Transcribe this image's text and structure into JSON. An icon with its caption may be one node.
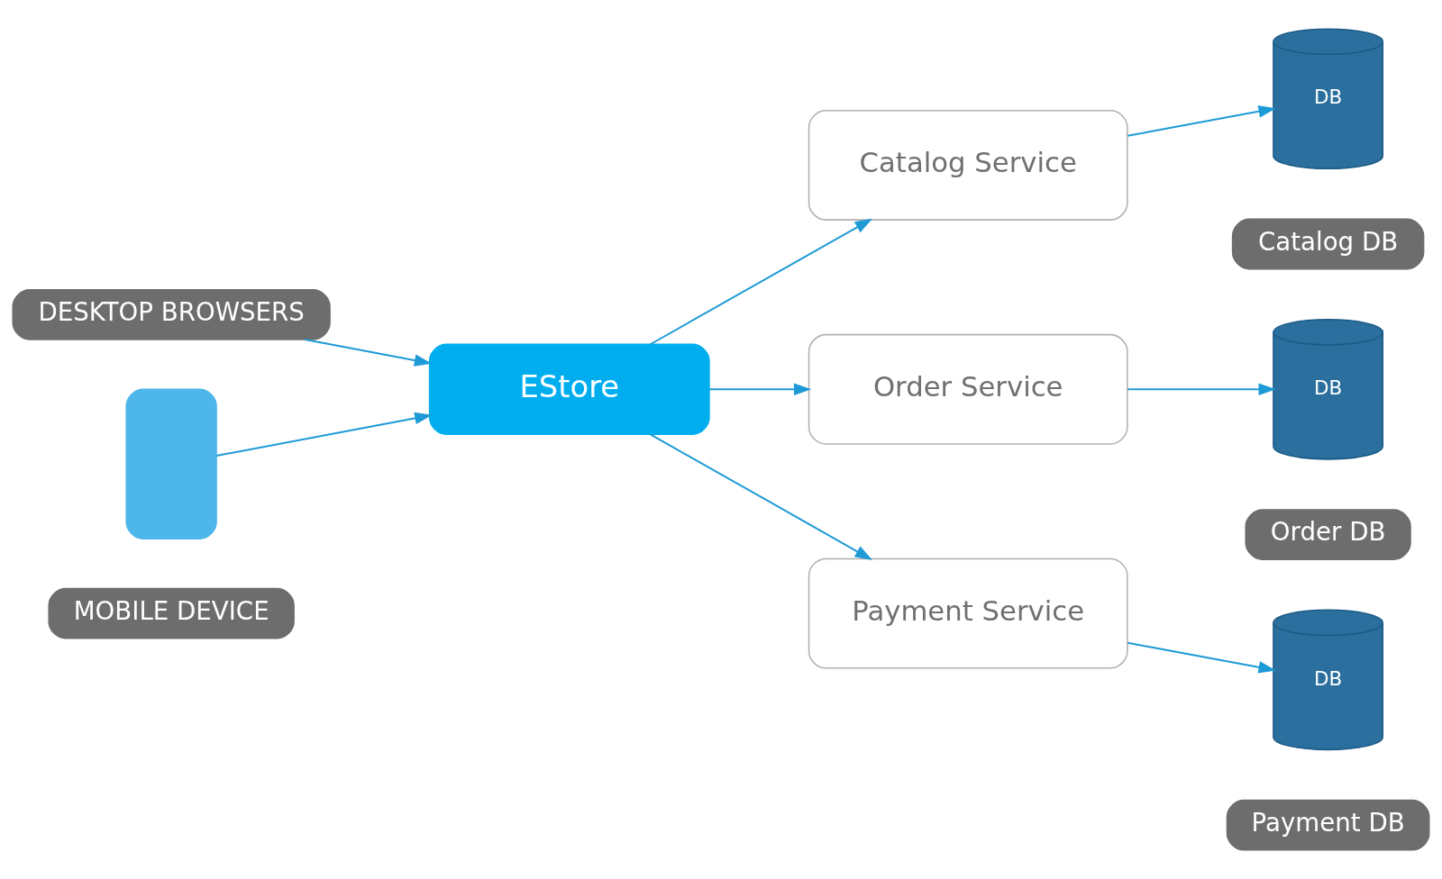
{
  "diagram": {
    "nodes": [
      {
        "text": [
          "DESKTOP BROWSERS"
        ]
      },
      {
        "text": [],
        "shape": "box"
      },
      {
        "text": [
          "MOBILE DEVICE"
        ]
      },
      {
        "text": [
          "EStore"
        ]
      },
      {
        "text": [
          "Catalog Service"
        ]
      },
      {
        "text": [
          "Order Service"
        ]
      },
      {
        "text": [
          "Payment Service"
        ]
      },
      {
        "text": [
          "DB"
        ]
      },
      {
        "text": [
          "Catalog DB"
        ]
      },
      {
        "text": [
          "DB"
        ]
      },
      {
        "text": [
          "Order DB"
        ]
      },
      {
        "text": [
          "DB"
        ]
      },
      {
        "text": [
          "Payment DB"
        ]
      }
    ],
    "edges": [
      {
        "from": 0,
        "to": 3,
        "arrow": "to"
      },
      {
        "from": 1,
        "to": 3,
        "arrow": "to"
      },
      {
        "from": 3,
        "to": 4,
        "arrow": "to"
      },
      {
        "from": 3,
        "to": 5,
        "arrow": "to"
      },
      {
        "from": 3,
        "to": 6,
        "arrow": "to"
      },
      {
        "from": 4,
        "to": 7,
        "arrow": "to"
      },
      {
        "from": 5,
        "to": 9,
        "arrow": "to"
      },
      {
        "from": 6,
        "to": 11,
        "arrow": "to"
      }
    ]
  }
}
